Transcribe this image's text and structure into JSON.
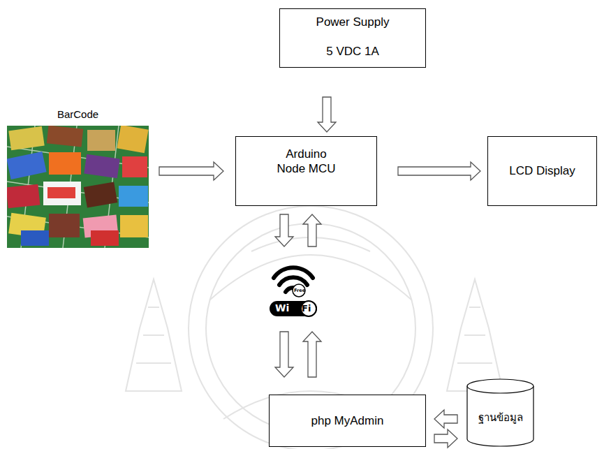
{
  "diagram": {
    "nodes": [
      {
        "text": [
          "Power Supply",
          "5 VDC 1A"
        ]
      },
      {
        "text": [
          "BarCode"
        ]
      },
      {
        "text": [
          "Arduino Node MCU"
        ]
      },
      {
        "text": [
          "LCD Display"
        ]
      },
      {
        "text": [
          "Free",
          "Wi",
          "Fi"
        ]
      },
      {
        "text": [
          "php MyAdmin"
        ]
      },
      {
        "text": [
          "ฐานข้อมูล"
        ]
      }
    ],
    "edges": [
      {
        "from": 0,
        "to": 2,
        "arrow": "to"
      },
      {
        "from": 1,
        "to": 2,
        "arrow": "to"
      },
      {
        "from": 2,
        "to": 3,
        "arrow": "to"
      },
      {
        "from": 2,
        "to": 4,
        "arrow": "to"
      },
      {
        "from": 4,
        "to": 2,
        "arrow": "to"
      },
      {
        "from": 4,
        "to": 5,
        "arrow": "to"
      },
      {
        "from": 5,
        "to": 4,
        "arrow": "to"
      },
      {
        "from": 6,
        "to": 5,
        "arrow": "to"
      },
      {
        "from": 5,
        "to": 6,
        "arrow": "to"
      }
    ]
  }
}
